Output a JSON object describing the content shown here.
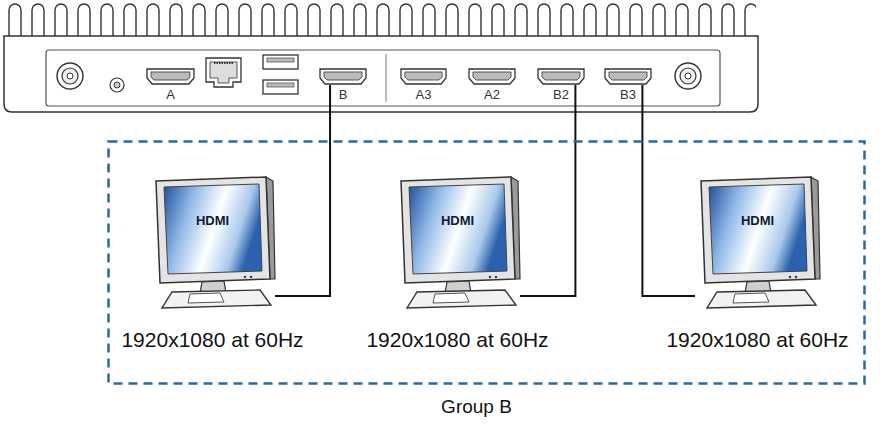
{
  "diagram": {
    "nodes": [
      {
        "text": [
          "A"
        ]
      },
      {
        "text": [
          "B"
        ]
      },
      {
        "text": [
          "A3"
        ]
      },
      {
        "text": [
          "A2"
        ]
      },
      {
        "text": [
          "B2"
        ]
      },
      {
        "text": [
          "B3"
        ]
      },
      {
        "text": [
          "Group B"
        ]
      },
      {
        "text": [
          "HDMI",
          "1920x1080 at 60Hz"
        ],
        "in": 6
      },
      {
        "text": [
          "HDMI",
          "1920x1080 at 60Hz"
        ],
        "in": 6
      },
      {
        "text": [
          "HDMI",
          "1920x1080 at 60Hz"
        ],
        "in": 6
      }
    ],
    "edges": [
      {
        "from": 1,
        "to": 7,
        "arrow": "none"
      },
      {
        "from": 4,
        "to": 8,
        "arrow": "none"
      },
      {
        "from": 5,
        "to": 9,
        "arrow": "none"
      }
    ]
  }
}
